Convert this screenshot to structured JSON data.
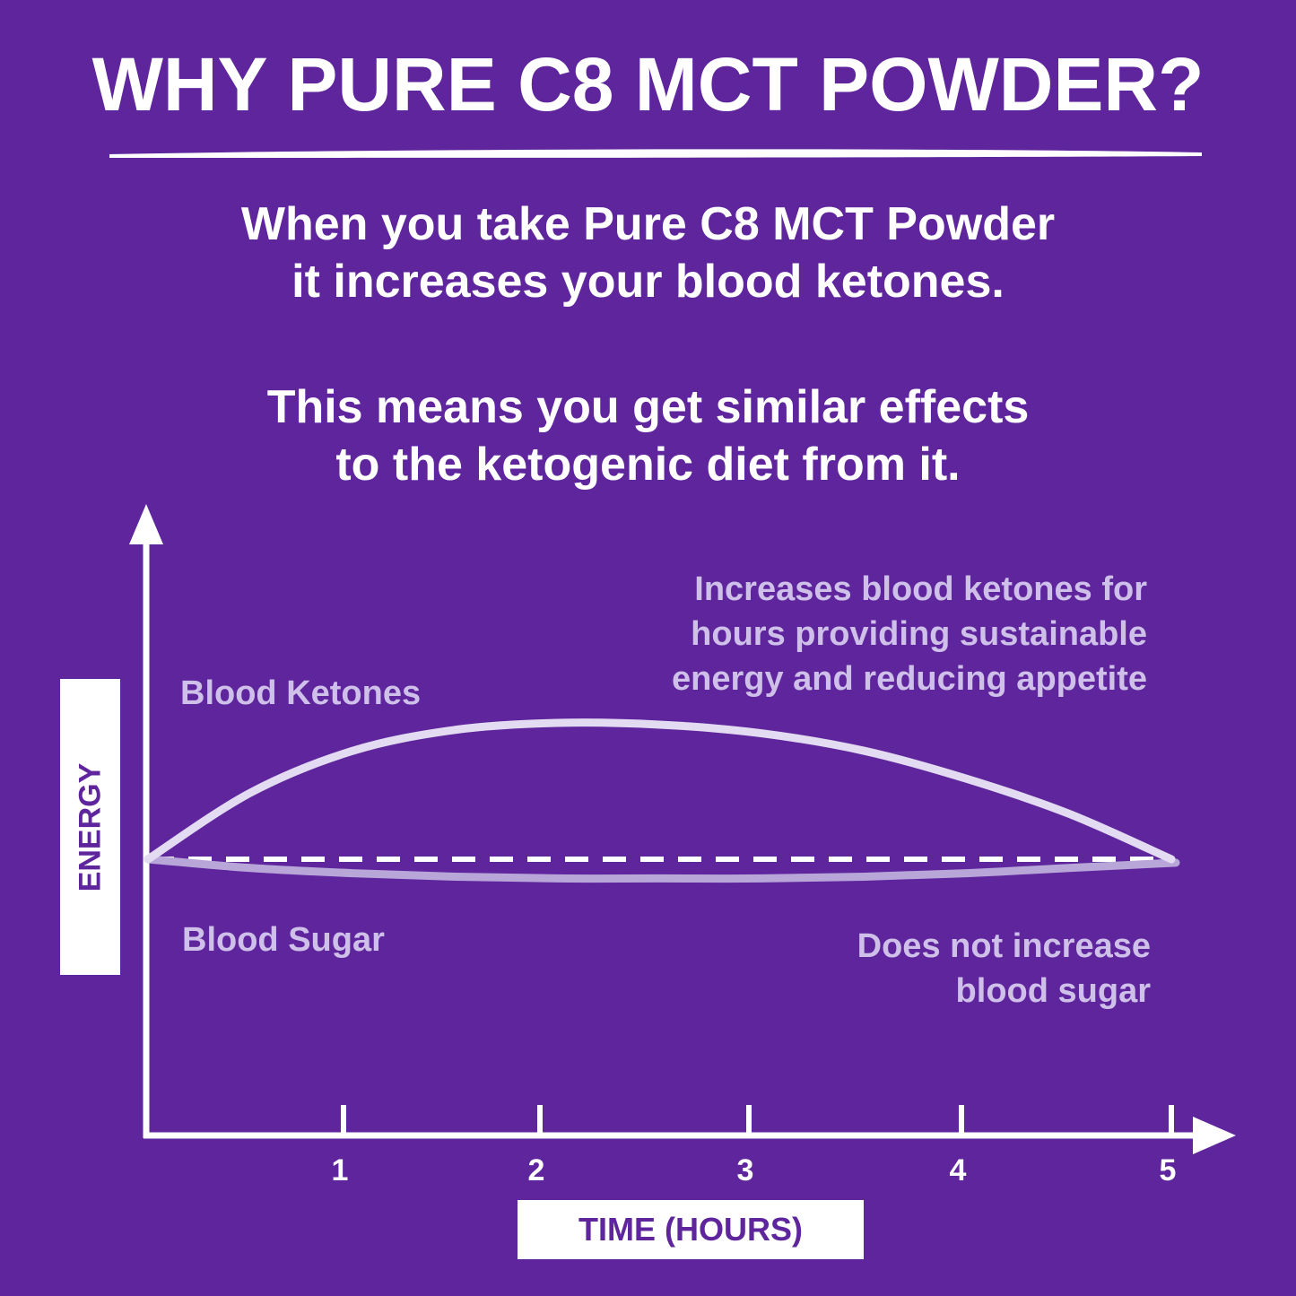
{
  "title": "WHY PURE C8 MCT POWDER?",
  "intro": {
    "paragraph1": [
      "When you take Pure C8 MCT Powder",
      "it increases your blood ketones."
    ],
    "paragraph2": [
      "This means you get similar effects",
      "to the ketogenic diet from it."
    ]
  },
  "colors": {
    "background": "#5e259d",
    "text": "#ffffff",
    "ketones_line": "#e3dbf2",
    "sugar_line": "#b8a6d9",
    "annotation": "#cfc0ea"
  },
  "chart_data": {
    "type": "line",
    "xlabel": "TIME (HOURS)",
    "ylabel": "ENERGY",
    "xlim": [
      0,
      5
    ],
    "ylim": [
      0,
      1
    ],
    "x_ticks": [
      1,
      2,
      3,
      4,
      5
    ],
    "series": [
      {
        "name": "Blood Ketones",
        "x": [
          0,
          0.5,
          1,
          1.5,
          2,
          2.5,
          3,
          3.5,
          4,
          4.5,
          5
        ],
        "y": [
          0.0,
          0.38,
          0.62,
          0.74,
          0.78,
          0.77,
          0.72,
          0.62,
          0.46,
          0.26,
          0.0
        ]
      },
      {
        "name": "Blood Sugar",
        "x": [
          0,
          0.5,
          1,
          1.5,
          2,
          2.5,
          3,
          3.5,
          4,
          4.5,
          5
        ],
        "y": [
          0.0,
          -0.05,
          -0.08,
          -0.1,
          -0.11,
          -0.11,
          -0.11,
          -0.1,
          -0.08,
          -0.05,
          -0.02
        ]
      }
    ],
    "baseline": {
      "y": 0,
      "style": "dashed"
    },
    "annotations": {
      "ketones": [
        "Increases blood ketones for",
        "hours providing sustainable",
        "energy and reducing appetite"
      ],
      "sugar": [
        "Does not increase",
        "blood sugar"
      ]
    }
  }
}
